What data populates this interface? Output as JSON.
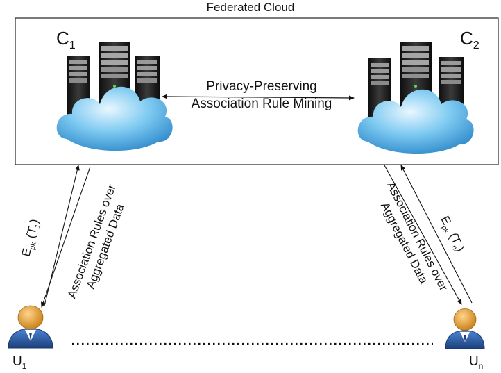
{
  "title": "Federated Cloud",
  "clouds": [
    {
      "label_main": "C",
      "label_sub": "1",
      "icon": "cloud-server-icon"
    },
    {
      "label_main": "C",
      "label_sub": "2",
      "icon": "cloud-server-icon"
    }
  ],
  "center_link": {
    "line1": "Privacy-Preserving",
    "line2": "Association Rule Mining"
  },
  "users": [
    {
      "label_main": "U",
      "label_sub": "1",
      "icon": "user-icon"
    },
    {
      "label_main": "U",
      "label_sub": "n",
      "icon": "user-icon"
    }
  ],
  "left_links": {
    "upload_main": "E",
    "upload_sub": "pk",
    "upload_arg": "(T",
    "upload_arg_sub": "1",
    "upload_close": ")",
    "rules_line1": "Association Rules over",
    "rules_line2": "Aggregated Data"
  },
  "right_links": {
    "upload_main": "E",
    "upload_sub": "pk",
    "upload_arg": "(T",
    "upload_arg_sub": "n",
    "upload_close": ")",
    "rules_line1": "Association Rules over",
    "rules_line2": "Aggregated Data"
  },
  "colors": {
    "cloud_light": "#bfe6fb",
    "cloud_mid": "#5cb6ea",
    "cloud_dark": "#1d7fc4",
    "server_dark": "#1b1b1b",
    "server_light": "#9a9a9a",
    "user_head": "#e8a53a",
    "user_body": "#2d5fa8",
    "frame": "#222222"
  }
}
